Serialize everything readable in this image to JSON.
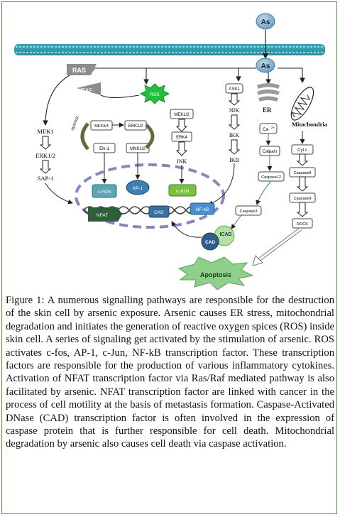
{
  "figure": {
    "labels": {
      "as_top": "As",
      "as_inner": "As",
      "ras": "RAS",
      "raf": "RAF",
      "ros": "ROS",
      "ask1": "ASK1",
      "er": "ER",
      "mitochondria": "Mitochondria",
      "mapkk": "MAPKK",
      "mek34": "MEK3/4",
      "erk12_a": "ERK1/2",
      "mek12": "MEK1/2",
      "nik": "NIK",
      "ca": "Ca",
      "ca_sup": "2+",
      "cytc": "Cyt c",
      "elk1": "Elk-1",
      "mnk12": "MNK1/2",
      "erk4": "ERK4",
      "ikk": "IKK",
      "calpain": "Calpain",
      "caspase8": "Caspase8",
      "mek1": "MEK1",
      "jnk": "JNK",
      "ikb": "IKB",
      "caspase12": "Caspase12",
      "caspase9": "Caspase9",
      "erk12_b": "ERK1/2",
      "cfos": "c-FOS",
      "ap1": "AP-1",
      "cjun": "c-JUN",
      "sap1": "SAP-1",
      "nfkb": "NF-kB",
      "caspase3": "Caspase3",
      "rock": "ROCK",
      "nfat": "NFAT",
      "cad_nuc": "CAD",
      "icad": "ICAD",
      "cad": "CAD",
      "apoptosis": "Apoptosis"
    }
  },
  "caption": {
    "label": "Figure 1:",
    "text": "A numerous signalling pathways are responsible for the destruction of the skin cell by arsenic exposure. Arsenic causes ER stress, mitochondrial degradation and initiates the generation of reactive oxygen spices (ROS) inside skin cell. A series of signaling get activated by the stimulation of arsenic. ROS activates c-fos, AP-1, c-Jun, NF-kB transcription factor. These transcription factors are responsible for the production of various inflammatory cytokines. Activation of NFAT transcription factor via Ras/Raf mediated pathway is also facilitated by arsenic. NFAT transcription factor are linked with cancer in the process of cell motility at the basis of metastasis formation. Caspase-Activated DNase (CAD) transcription factor is often involved in the expression of caspase protein that is further responsible for cell death. Mitochondrial degradation by arsenic also causes cell death via caspase activation."
  }
}
